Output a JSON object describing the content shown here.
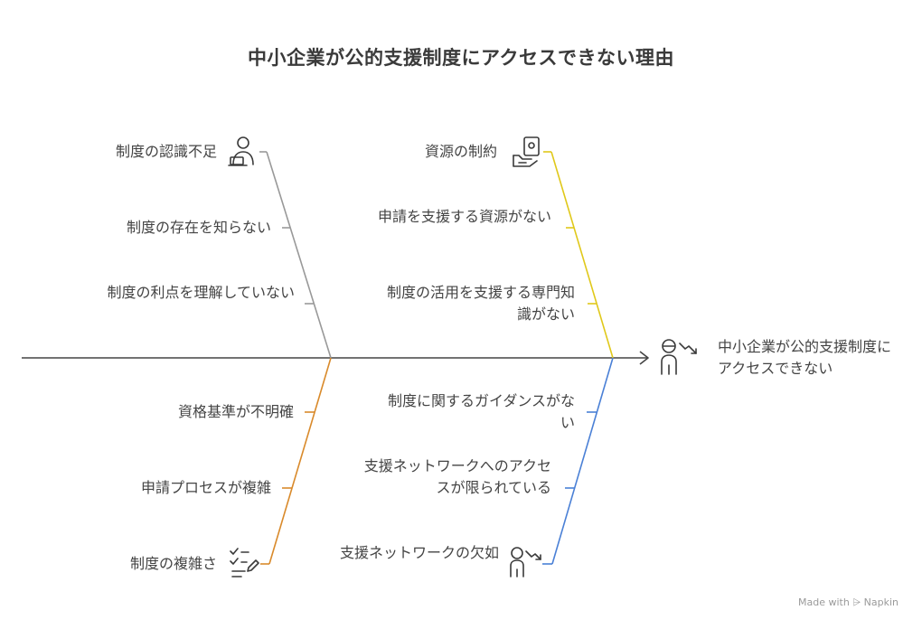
{
  "title": "中小企業が公的支援制度にアクセスできない理由",
  "effect": "中小企業が公的支援制度にアクセスできない",
  "categories": [
    {
      "key": "awareness",
      "name": "制度の認識不足",
      "color": "#999999",
      "icon": "person-laptop-icon",
      "causes": [
        "制度の存在を知らない",
        "制度の利点を理解していない"
      ]
    },
    {
      "key": "resources",
      "name": "資源の制約",
      "color": "#e0c81a",
      "icon": "hand-money-icon",
      "causes": [
        "申請を支援する資源がない",
        "制度の活用を支援する専門知識がない"
      ]
    },
    {
      "key": "complexity",
      "name": "制度の複雑さ",
      "color": "#d98a2b",
      "icon": "checklist-icon",
      "causes": [
        "資格基準が不明確",
        "申請プロセスが複雑"
      ]
    },
    {
      "key": "network",
      "name": "支援ネットワークの欠如",
      "color": "#4a80d6",
      "icon": "person-declining-icon",
      "causes": [
        "制度に関するガイダンスがない",
        "支援ネットワークへのアクセスが限られている"
      ]
    }
  ],
  "footer": "Made with ⩥ Napkin"
}
